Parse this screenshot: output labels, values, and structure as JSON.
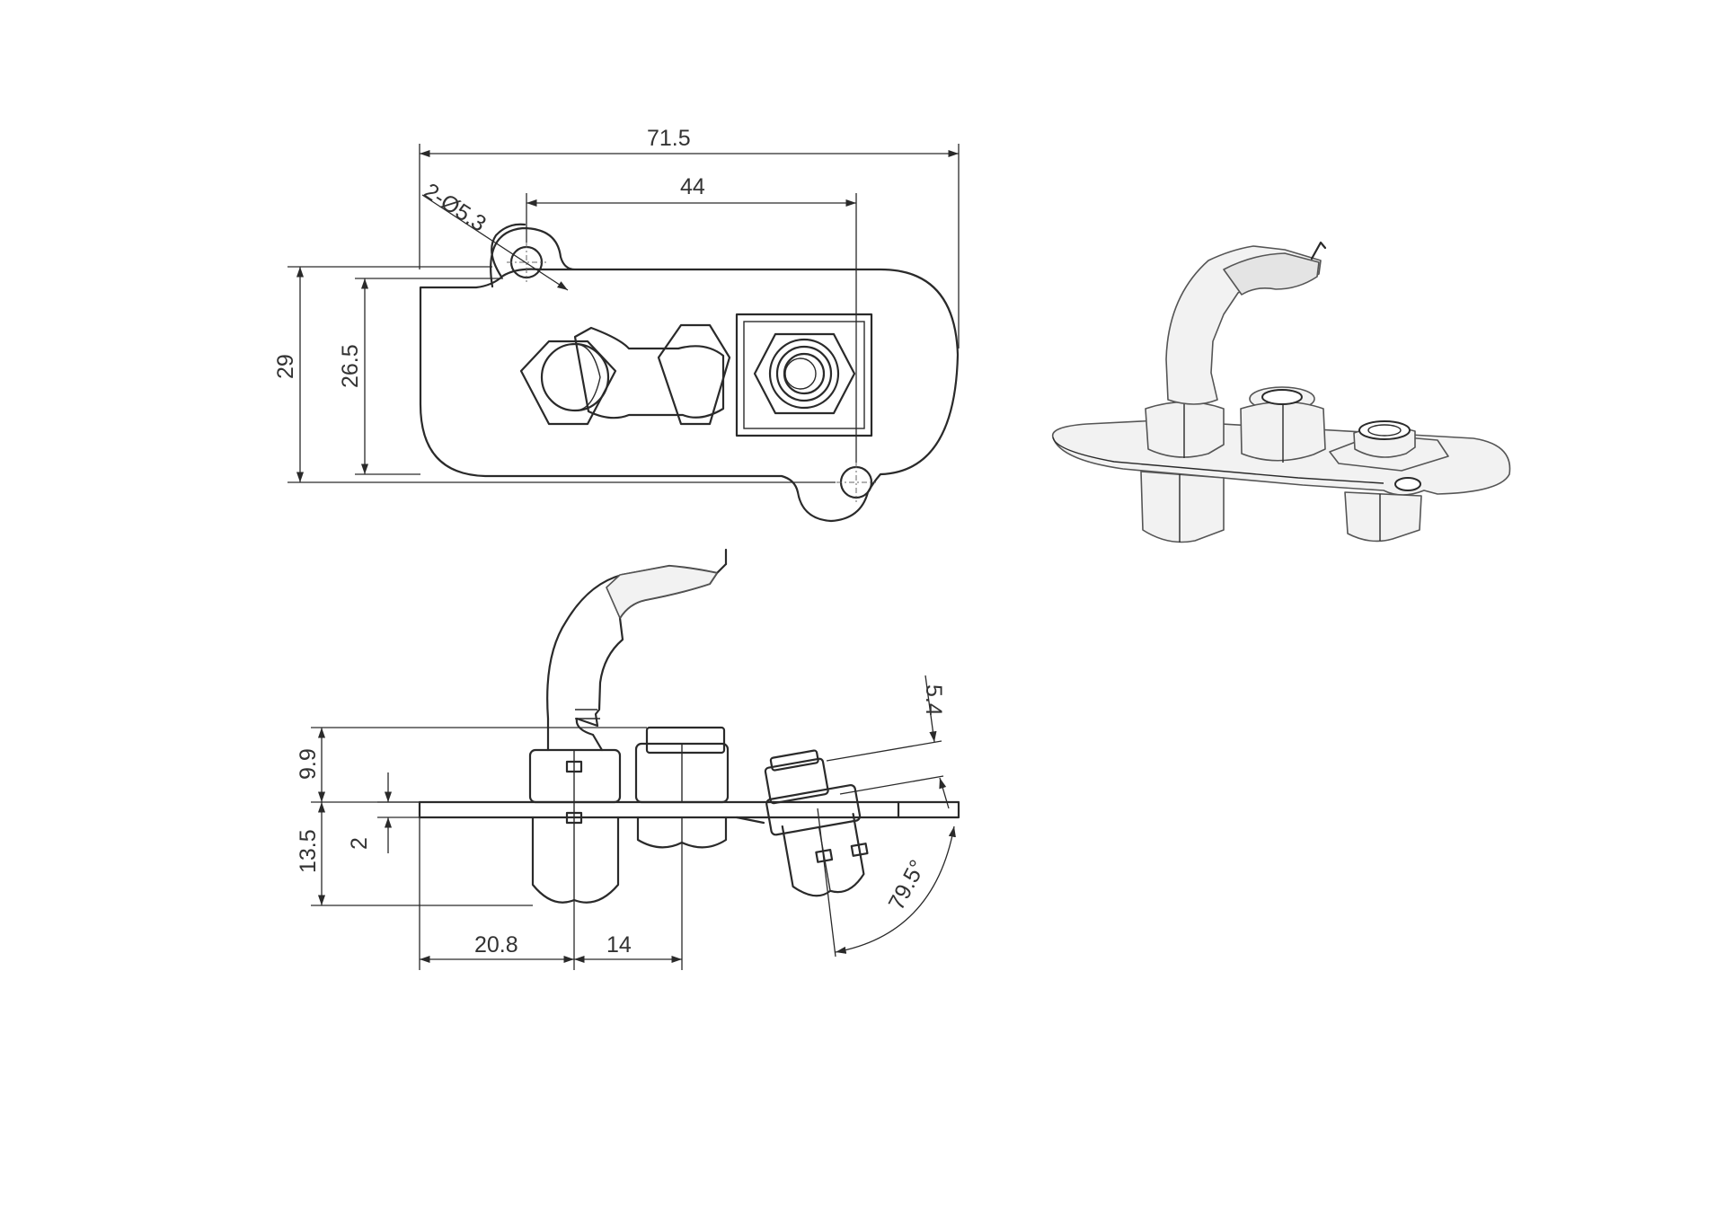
{
  "dimensions": {
    "overall_length": "71.5",
    "hole_spacing": "44",
    "holes": "2-Ø5.3",
    "overall_height": "29",
    "body_height": "26.5",
    "above_plate": "9.9",
    "below_plate": "13.5",
    "plate_thickness": "2",
    "offset_1": "20.8",
    "offset_2": "14",
    "offset_3": "5.4",
    "angle": "79.5°"
  },
  "colors": {
    "line": "#2a2a2a",
    "text": "#333333",
    "shade": "#f2f2f2"
  }
}
